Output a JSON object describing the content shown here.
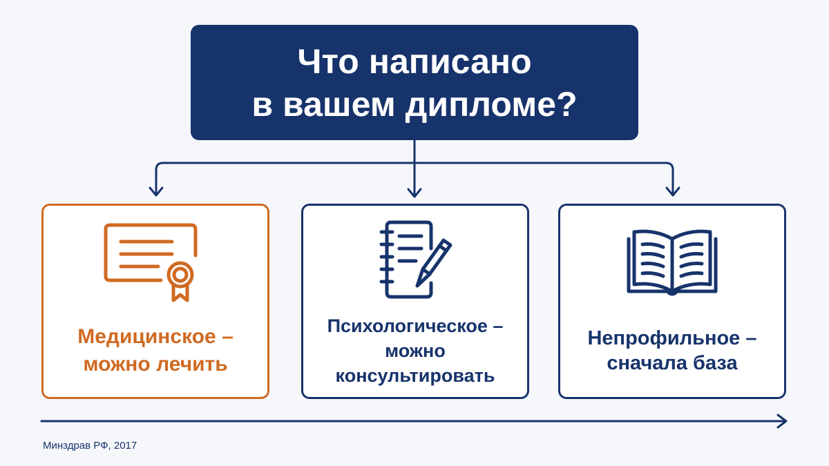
{
  "title": {
    "line1": "Что написано",
    "line2": "в вашем дипломе?"
  },
  "cards": [
    {
      "line1": "Медицинское –",
      "line2": "можно лечить",
      "icon": "certificate-icon"
    },
    {
      "line1": "Психологическое –",
      "line2": "можно",
      "line3": "консультировать",
      "icon": "notebook-pen-icon"
    },
    {
      "line1": "Непрофильное –",
      "line2": "сначала база",
      "icon": "open-book-icon"
    }
  ],
  "source": "Минздрав РФ, 2017",
  "colors": {
    "navy": "#17336b",
    "orange": "#d06a22",
    "background": "#f5f7fb",
    "card": "#ffffff"
  }
}
